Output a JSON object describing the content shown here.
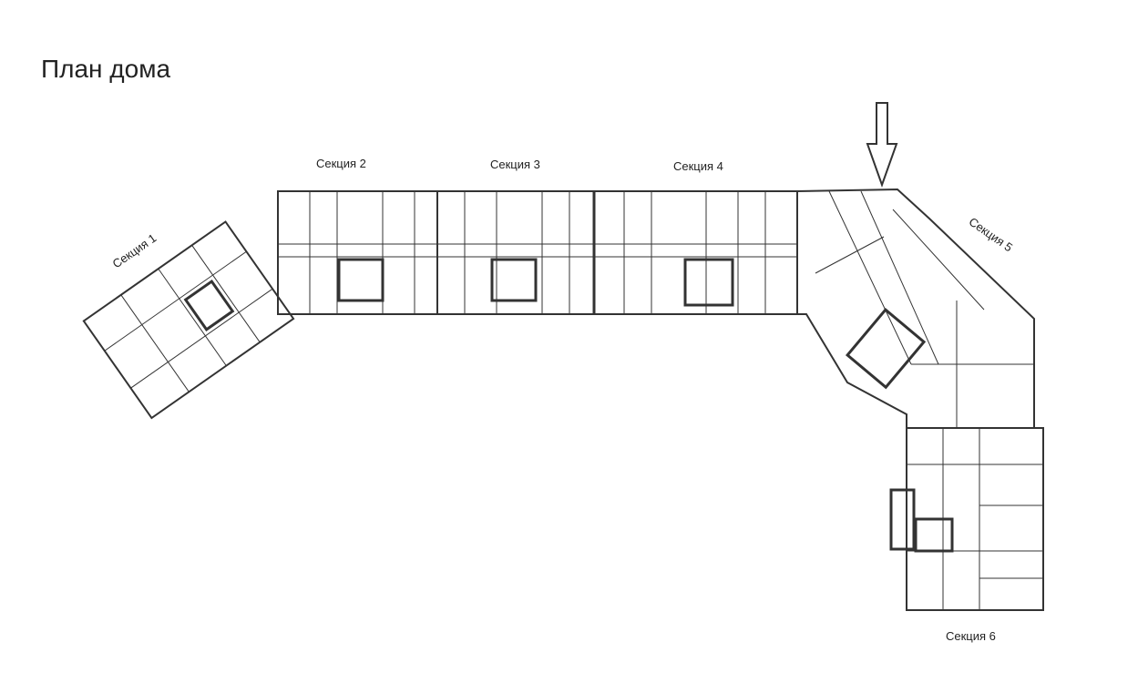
{
  "title": "План дома",
  "sections": [
    {
      "label": "Секция 1"
    },
    {
      "label": "Секция 2"
    },
    {
      "label": "Секция 3"
    },
    {
      "label": "Секция 4"
    },
    {
      "label": "Секция 5"
    },
    {
      "label": "Секция 6"
    }
  ],
  "marker": {
    "icon": "down-arrow-icon",
    "points_to": "Секция 5"
  }
}
